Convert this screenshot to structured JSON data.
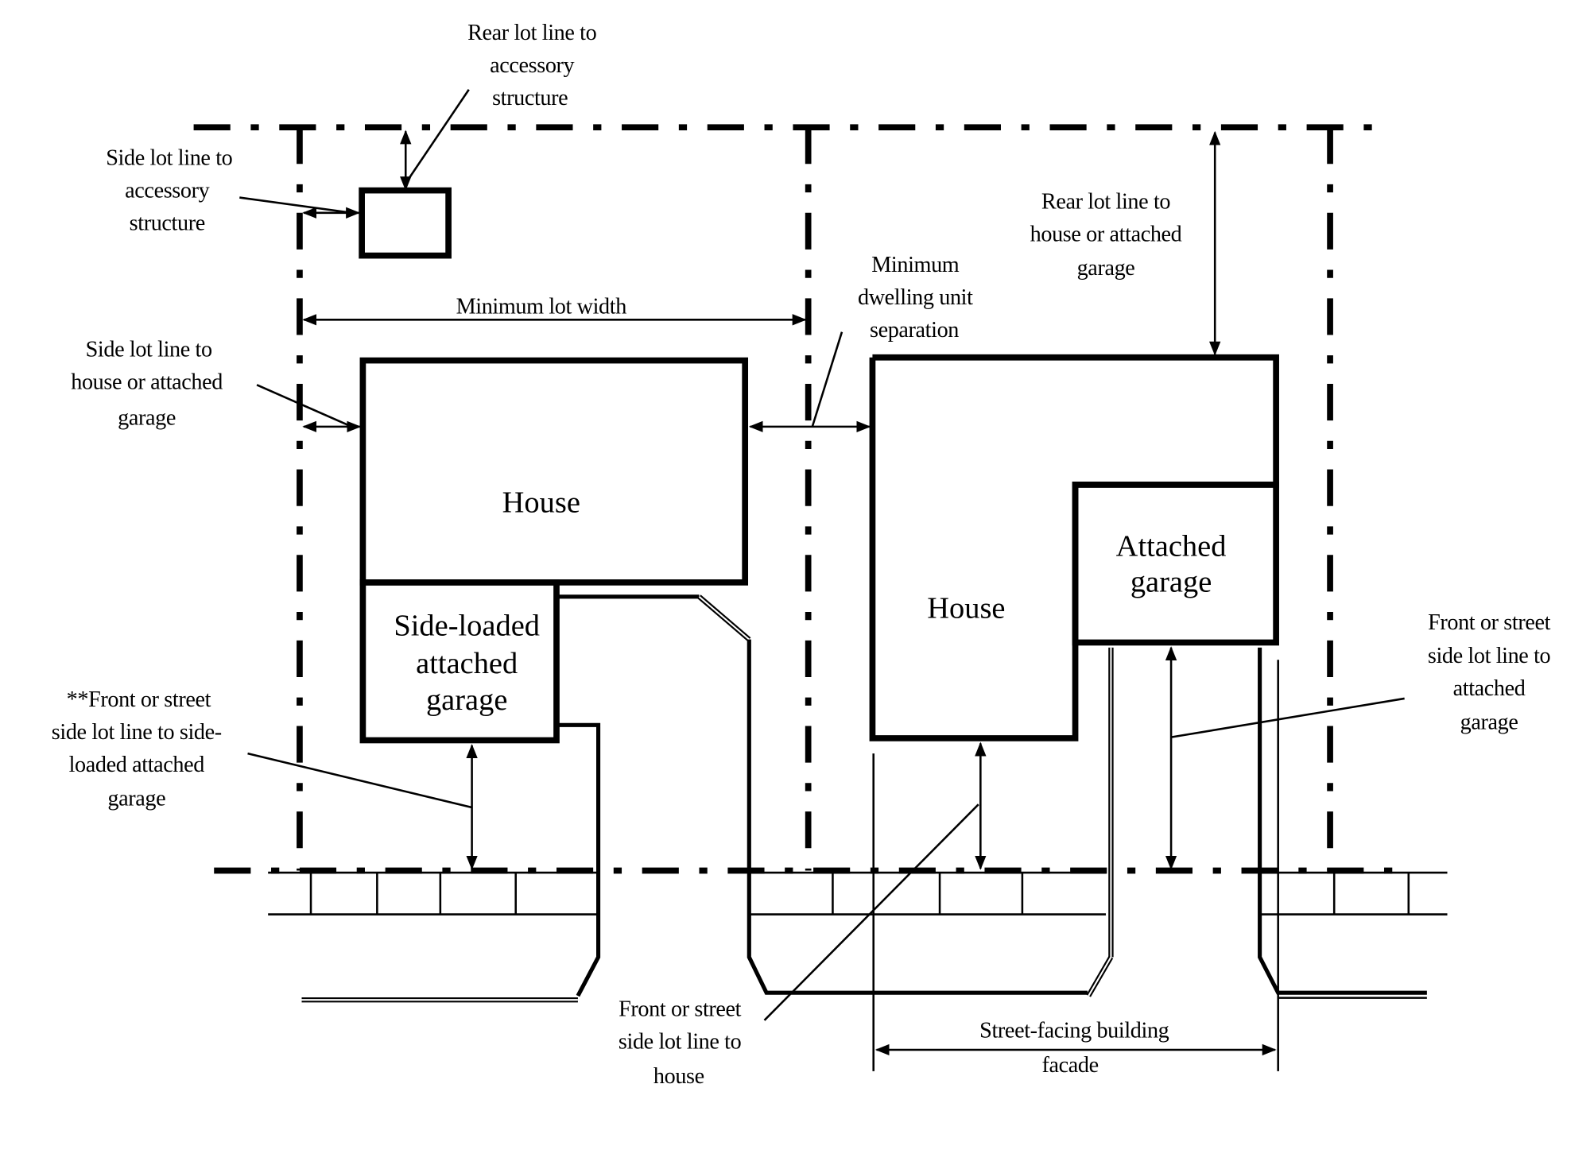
{
  "diagram": {
    "title": "Lot and setback diagram",
    "colors": {
      "ink": "#000000",
      "background": "#ffffff"
    },
    "buildings": {
      "left_house": "House",
      "left_garage": [
        "Side-loaded",
        "attached",
        "garage"
      ],
      "right_house": "House",
      "right_garage": [
        "Attached",
        "garage"
      ]
    },
    "labels": {
      "rear_to_accessory": [
        "Rear lot line to",
        "accessory",
        "structure"
      ],
      "side_to_accessory": [
        "Side lot line to",
        "accessory",
        "structure"
      ],
      "min_lot_width": "Minimum lot width",
      "side_to_house": [
        "Side lot line to",
        "house or attached",
        "garage"
      ],
      "min_separation": [
        "Minimum",
        "dwelling unit",
        "separation"
      ],
      "rear_to_house": [
        "Rear lot line to",
        "house or attached",
        "garage"
      ],
      "front_to_side_loaded": [
        "**Front or street",
        "side lot line to side-",
        "loaded attached",
        "garage"
      ],
      "front_to_attached": [
        "Front or street",
        "side lot line to",
        "attached",
        "garage"
      ],
      "front_to_house": [
        "Front or street",
        "side lot line to",
        "house"
      ],
      "street_facade": [
        "Street-facing building",
        "facade"
      ]
    }
  }
}
